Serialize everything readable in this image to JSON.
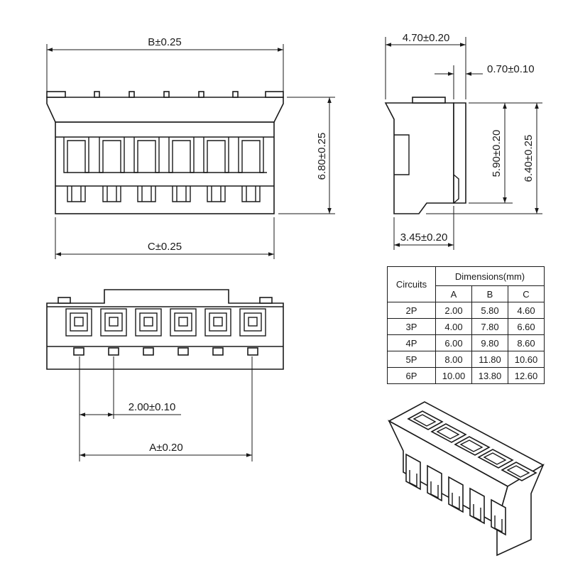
{
  "front_view": {
    "dim_b": "B±0.25",
    "dim_c": "C±0.25",
    "dim_height": "6.80±0.25"
  },
  "side_view": {
    "dim_depth": "4.70±0.20",
    "dim_wall": "0.70±0.10",
    "dim_h1": "5.90±0.20",
    "dim_h2": "6.40±0.25",
    "dim_base": "3.45±0.20"
  },
  "bottom_view": {
    "dim_pitch": "2.00±0.10",
    "dim_a": "A±0.20"
  },
  "table": {
    "circuits_header": "Circuits",
    "dimensions_header": "Dimensions(mm)",
    "col_a": "A",
    "col_b": "B",
    "col_c": "C",
    "rows": [
      {
        "circuits": "2P",
        "a": "2.00",
        "b": "5.80",
        "c": "4.60"
      },
      {
        "circuits": "3P",
        "a": "4.00",
        "b": "7.80",
        "c": "6.60"
      },
      {
        "circuits": "4P",
        "a": "6.00",
        "b": "9.80",
        "c": "8.60"
      },
      {
        "circuits": "5P",
        "a": "8.00",
        "b": "11.80",
        "c": "10.60"
      },
      {
        "circuits": "6P",
        "a": "10.00",
        "b": "13.80",
        "c": "12.60"
      }
    ]
  }
}
